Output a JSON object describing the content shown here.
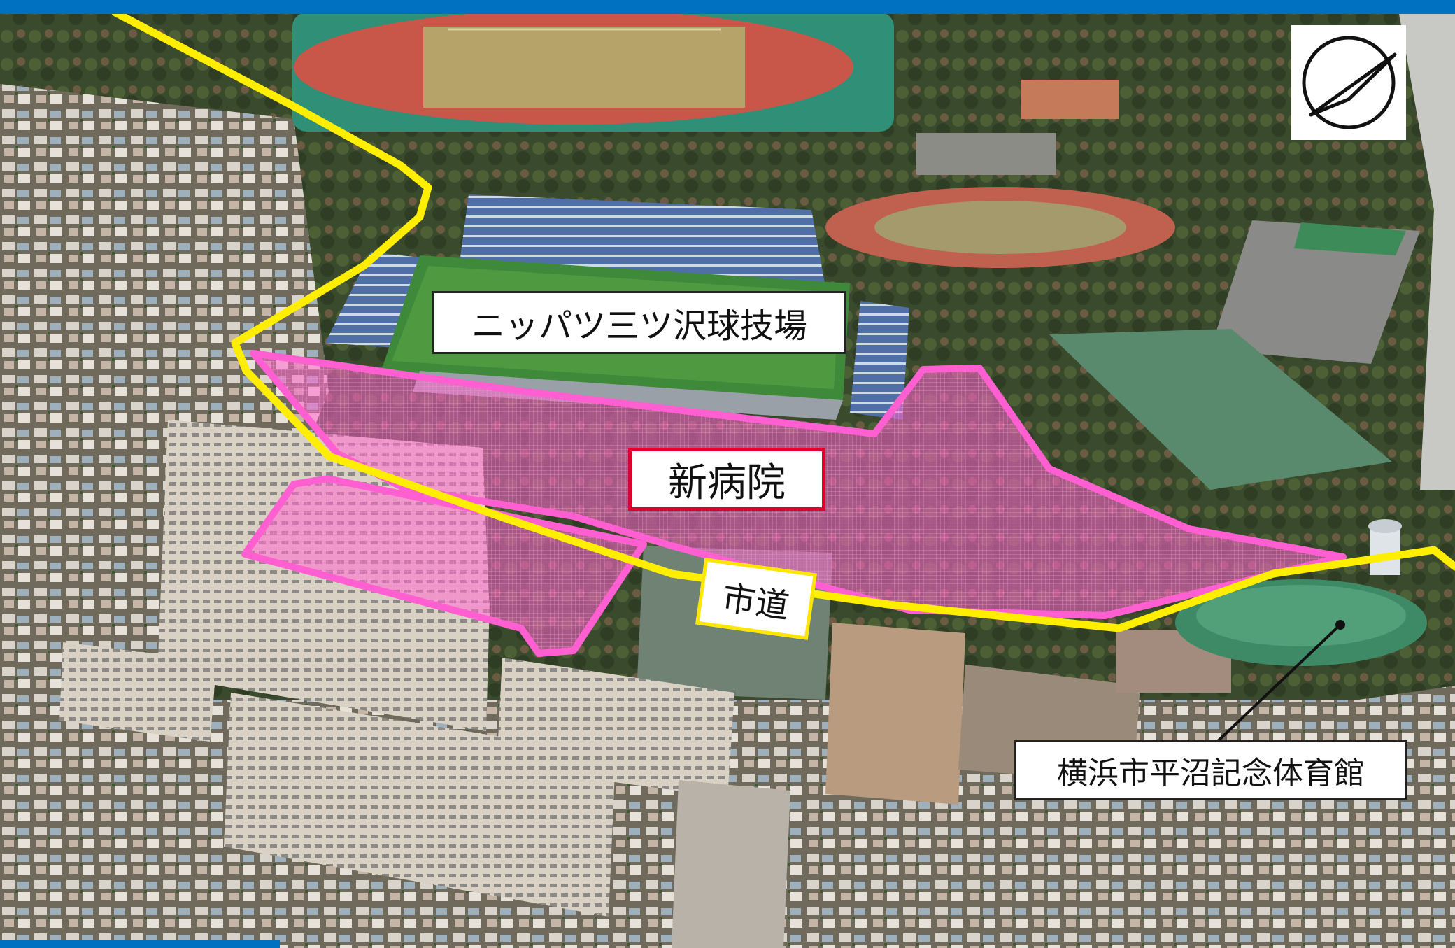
{
  "map": {
    "labels": {
      "stadium": "ニッパツ三ツ沢球技場",
      "new_hospital": "新病院",
      "city_road": "市道",
      "gym": "横浜市平沼記念体育館"
    },
    "colors": {
      "brand_blue": "#0070c0",
      "boundary_yellow": "#ffee00",
      "site_pink": "#ff66cc",
      "hospital_label_border": "#e00030"
    },
    "icons": [
      "compass-north-arrow-icon"
    ]
  }
}
